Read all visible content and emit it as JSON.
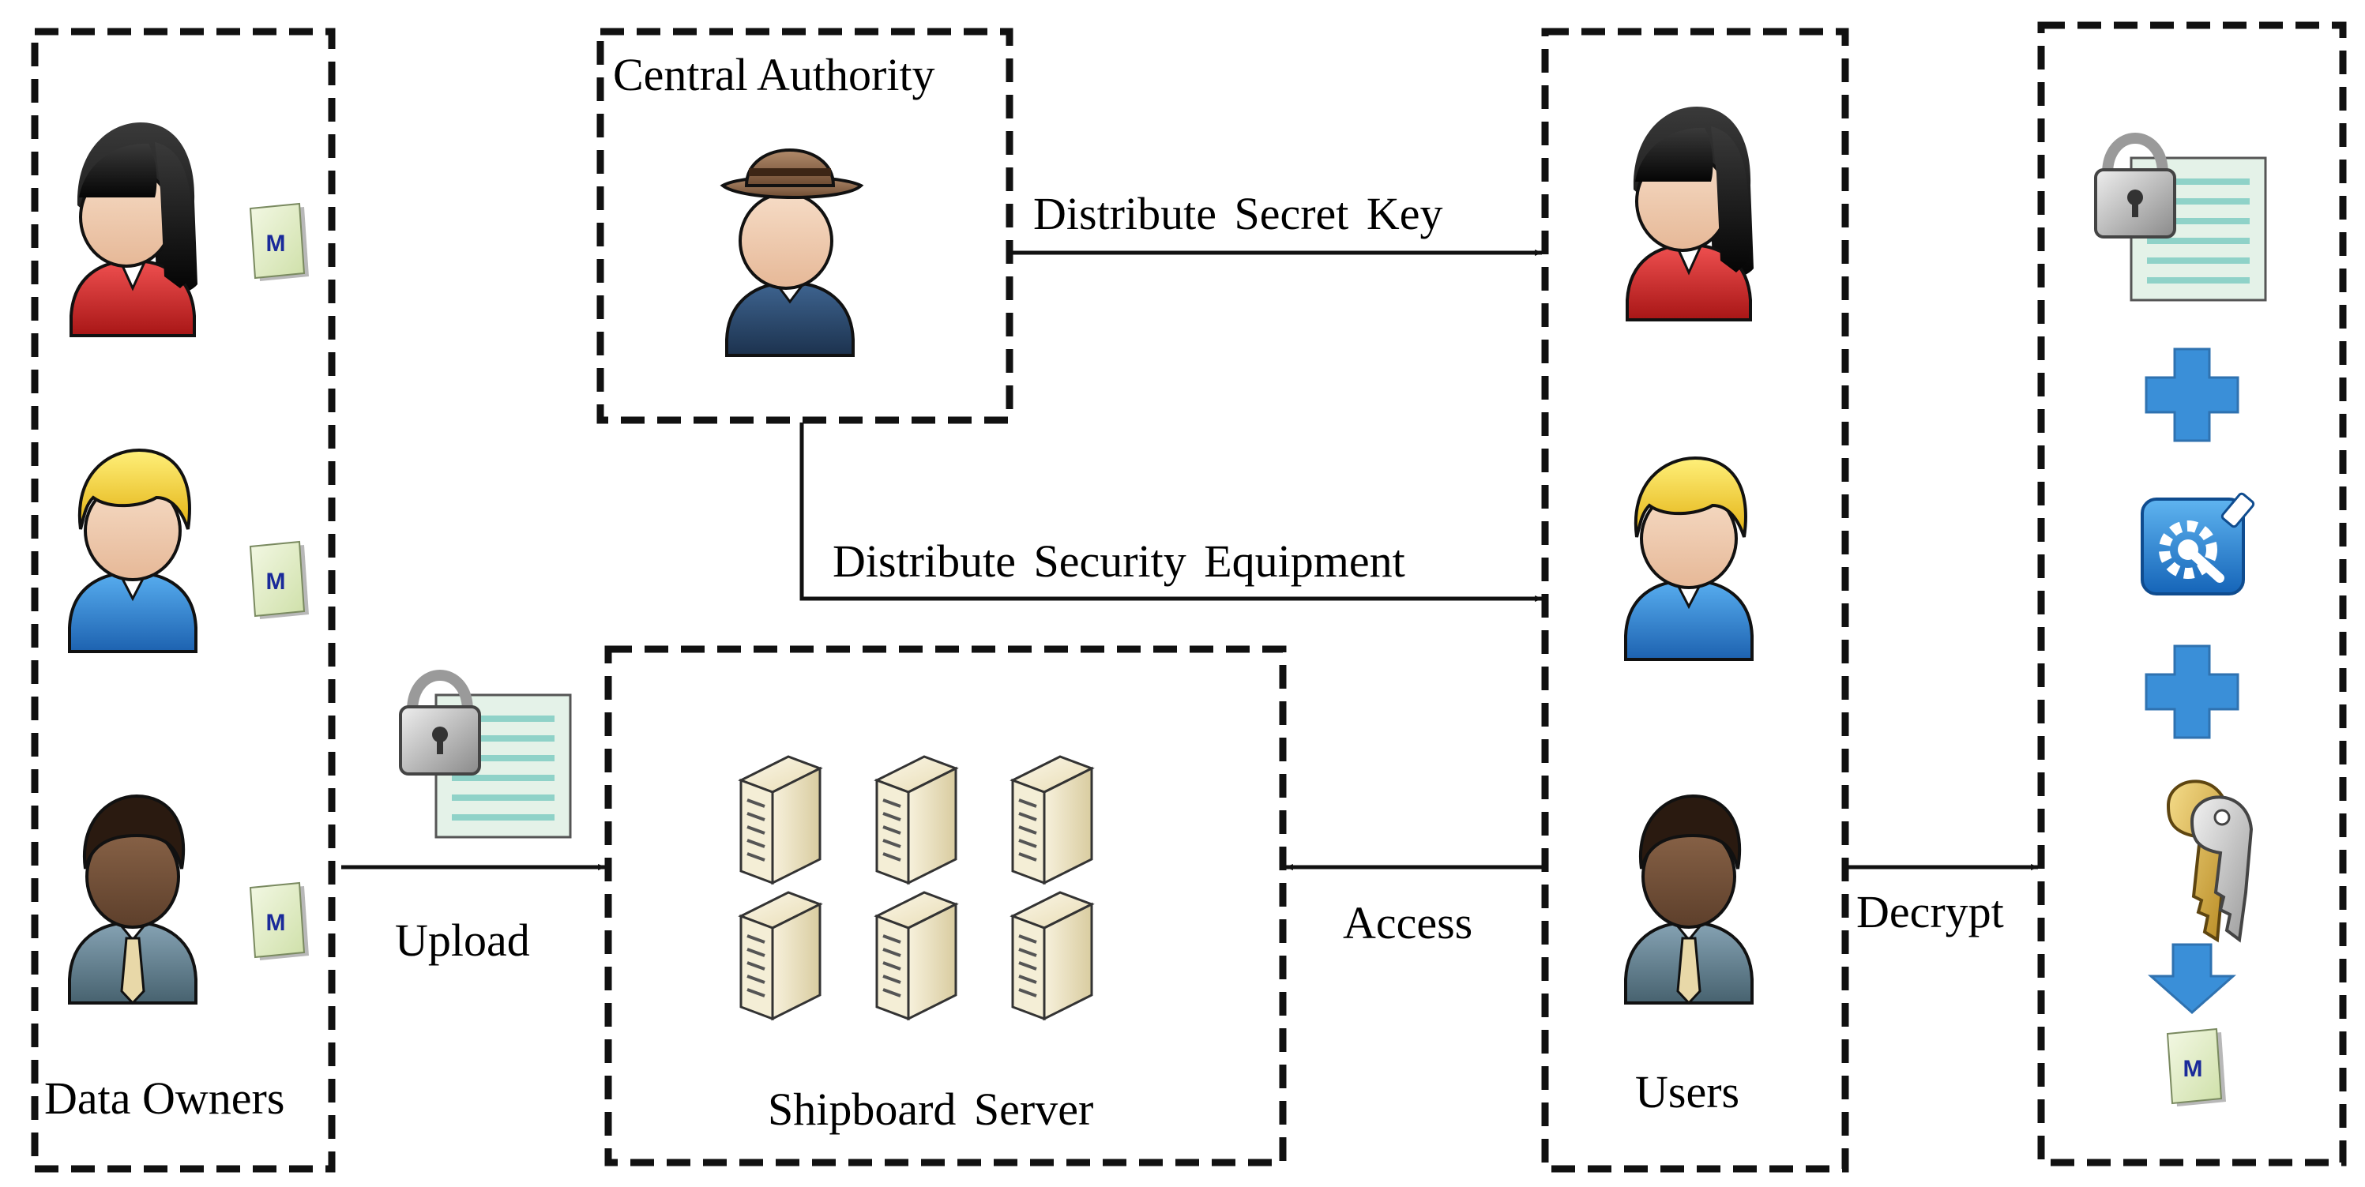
{
  "labels": {
    "data_owners": "Data Owners",
    "central_authority": "Central Authority",
    "shipboard_server": "Shipboard Server",
    "users": "Users",
    "distribute_secret_key": "Distribute Secret Key",
    "distribute_security_equipment": "Distribute Security Equipment",
    "upload": "Upload",
    "access": "Access",
    "decrypt": "Decrypt"
  },
  "document_letter": "M",
  "colors": {
    "border": "#111111",
    "female_shirt": "#d42a2a",
    "blond_shirt": "#2e7fd0",
    "dark_shirt": "#607f91",
    "ca_shirt": "#2e4a6b",
    "plus": "#3a8fd8",
    "server": "#ece2c2"
  }
}
